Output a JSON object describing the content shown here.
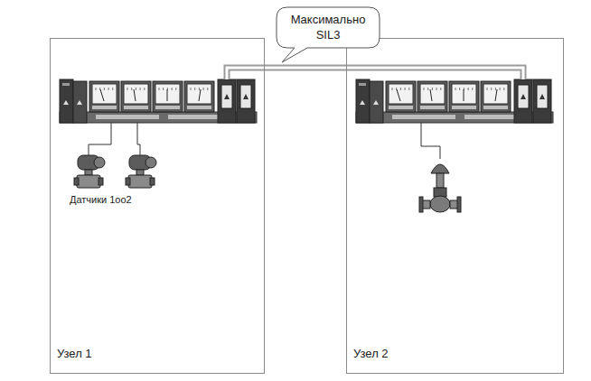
{
  "diagram": {
    "nodes": [
      {
        "text": [
          "Узел 1"
        ]
      },
      {
        "text": [
          "Узел 2"
        ]
      },
      {
        "text": [
          "Максимально SIL3"
        ]
      }
    ],
    "edges": [
      {
        "from": 0,
        "to": 1,
        "arrow": "none"
      }
    ],
    "labels": [
      "Датчики 1oo2"
    ]
  }
}
